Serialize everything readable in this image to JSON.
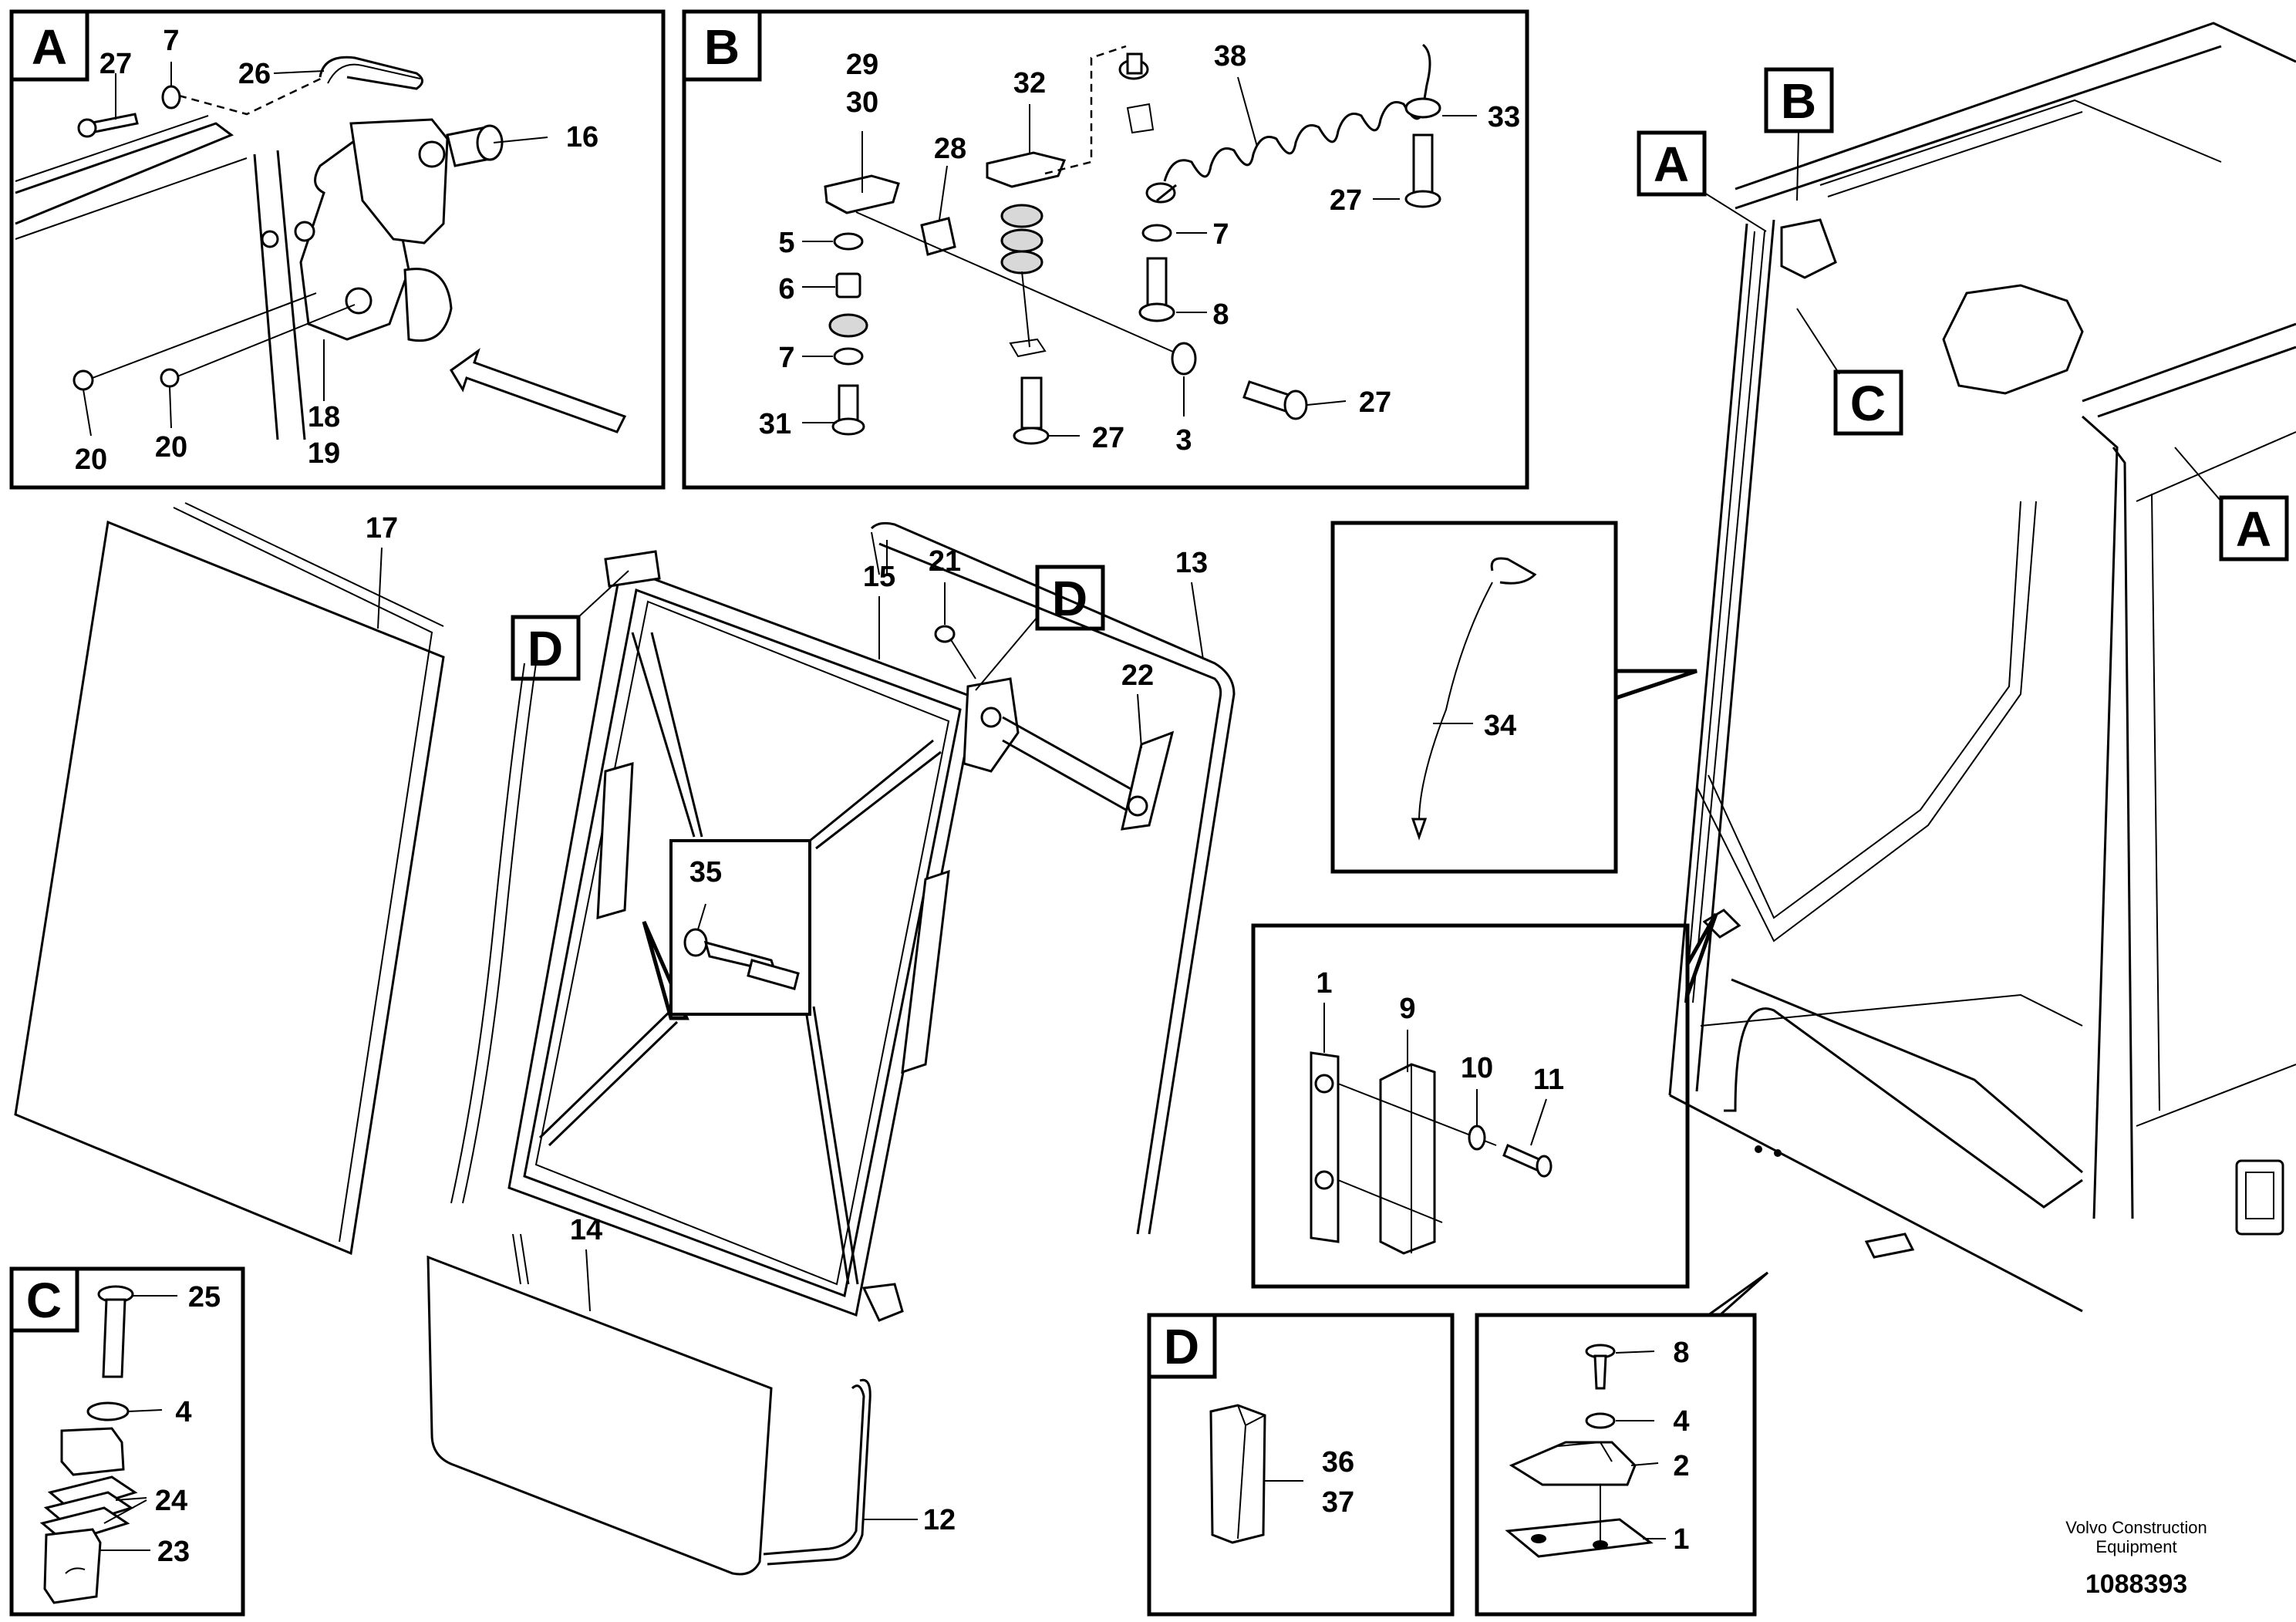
{
  "detail_letters": {
    "a": "A",
    "b": "B",
    "c": "C",
    "d": "D"
  },
  "labels": {
    "n1": "1",
    "n2": "2",
    "n3": "3",
    "n4": "4",
    "n5": "5",
    "n6": "6",
    "n7": "7",
    "n8": "8",
    "n9": "9",
    "n10": "10",
    "n11": "11",
    "n12": "12",
    "n13": "13",
    "n14": "14",
    "n15": "15",
    "n16": "16",
    "n17": "17",
    "n18": "18",
    "n19": "19",
    "n20": "20",
    "n21": "21",
    "n22": "22",
    "n23": "23",
    "n24": "24",
    "n25": "25",
    "n26": "26",
    "n27": "27",
    "n28": "28",
    "n29": "29",
    "n30": "30",
    "n31": "31",
    "n32": "32",
    "n33": "33",
    "n34": "34",
    "n35": "35",
    "n36": "36",
    "n37": "37",
    "n38": "38"
  },
  "footer": {
    "brand_line1": "Volvo Construction",
    "brand_line2": "Equipment",
    "doc_number": "1088393"
  }
}
